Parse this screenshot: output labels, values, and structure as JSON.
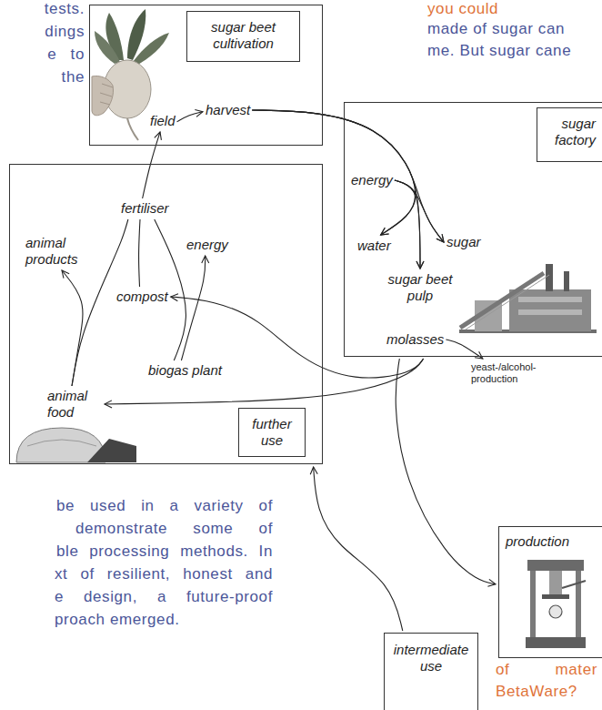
{
  "diagram": {
    "nodes": [
      {
        "text": [
          "sugar beet cultivation"
        ]
      },
      {
        "text": [
          "field"
        ],
        "in": 0
      },
      {
        "text": [
          "harvest"
        ],
        "in": 0
      },
      {
        "text": [
          "sugar factory"
        ]
      },
      {
        "text": [
          "energy"
        ],
        "in": 3
      },
      {
        "text": [
          "water"
        ],
        "in": 3
      },
      {
        "text": [
          "sugar"
        ],
        "in": 3
      },
      {
        "text": [
          "sugar beet pulp"
        ],
        "in": 3
      },
      {
        "text": [
          "molasses"
        ],
        "in": 3
      },
      {
        "text": [
          "yeast-/alcohol- production"
        ]
      },
      {
        "text": [
          "further use"
        ]
      },
      {
        "text": [
          "fertiliser"
        ],
        "in": 10
      },
      {
        "text": [
          "animal products"
        ],
        "in": 10
      },
      {
        "text": [
          "energy"
        ],
        "in": 10
      },
      {
        "text": [
          "compost"
        ],
        "in": 10
      },
      {
        "text": [
          "biogas plant"
        ],
        "in": 10
      },
      {
        "text": [
          "animal food"
        ],
        "in": 10
      },
      {
        "text": [
          "production"
        ]
      },
      {
        "text": [
          "intermediate use"
        ]
      }
    ],
    "edges": [
      {
        "from": 1,
        "to": 2,
        "arrow": "to"
      },
      {
        "from": 2,
        "to": 5,
        "arrow": "to"
      },
      {
        "from": 2,
        "to": 6,
        "arrow": "to"
      },
      {
        "from": 2,
        "to": 7,
        "arrow": "to"
      },
      {
        "from": 4,
        "to": 5,
        "arrow": "to"
      },
      {
        "from": 4,
        "to": 6,
        "arrow": "to"
      },
      {
        "from": 4,
        "to": 7,
        "arrow": "to"
      },
      {
        "from": 8,
        "to": 9,
        "arrow": "to"
      },
      {
        "from": 3,
        "to": 16,
        "arrow": "to"
      },
      {
        "from": 3,
        "to": 14,
        "arrow": "to"
      },
      {
        "from": 3,
        "to": 17,
        "arrow": "to"
      },
      {
        "from": 18,
        "to": 10,
        "arrow": "to"
      },
      {
        "from": 11,
        "to": 1,
        "arrow": "to"
      },
      {
        "from": 14,
        "to": 11,
        "arrow": "none"
      },
      {
        "from": 15,
        "to": 11,
        "arrow": "none"
      },
      {
        "from": 15,
        "to": 13,
        "arrow": "to"
      },
      {
        "from": 16,
        "to": 11,
        "arrow": "none"
      },
      {
        "from": 16,
        "to": 12,
        "arrow": "to"
      }
    ],
    "labels": [
      "tests.",
      "dings",
      "e to",
      "the",
      "you could",
      "made of sugar can",
      "me. But sugar cane",
      "be used in a variety of",
      "demonstrate some of",
      "ble processing methods. In",
      "xt of resilient, honest and",
      "e design, a future-proof",
      "proach emerged.",
      "of mater",
      "BetaWare?"
    ]
  }
}
